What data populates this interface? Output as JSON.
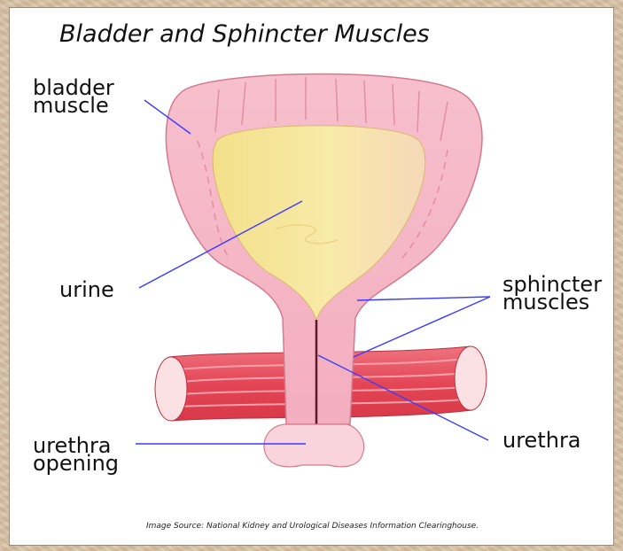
{
  "diagram": {
    "title": "Bladder and Sphincter Muscles",
    "labels": {
      "bladder_muscle_line1": "bladder",
      "bladder_muscle_line2": "muscle",
      "urine": "urine",
      "sphincter_line1": "sphincter",
      "sphincter_line2": "muscles",
      "urethra": "urethra",
      "urethra_opening_line1": "urethra",
      "urethra_opening_line2": "opening"
    },
    "source_note": "Image Source: National Kidney and Urological Diseases Information Clearinghouse.",
    "colors": {
      "bladder_wall": "#f6b8c6",
      "urine": "#f7e7a0",
      "muscle_band": "#e8505f",
      "leader_line": "#3b3bff"
    }
  }
}
